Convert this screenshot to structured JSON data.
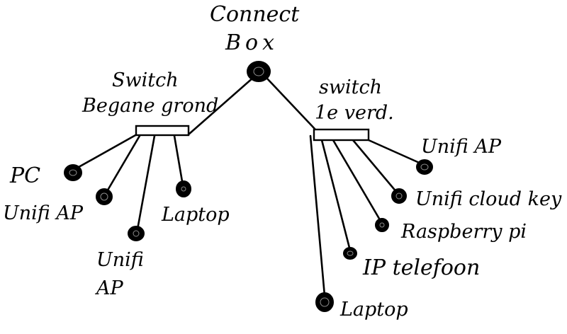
{
  "diagram": {
    "type": "network-topology",
    "style": "hand-drawn",
    "colors": {
      "ink": "#000000",
      "background": "#ffffff"
    },
    "root": {
      "id": "connectbox",
      "label_line1": "Connect",
      "label_line2": "Box",
      "shape": "filled-circle"
    },
    "switches": [
      {
        "id": "sw-bg",
        "label_line1": "Switch",
        "label_line2": "Begane grond",
        "shape": "rectangle",
        "parent": "connectbox"
      },
      {
        "id": "sw-1e",
        "label_line1": "switch",
        "label_line2": "1e verd.",
        "shape": "rectangle",
        "parent": "connectbox"
      }
    ],
    "devices": [
      {
        "id": "pc",
        "label": "PC",
        "parent": "sw-bg"
      },
      {
        "id": "unifi-ap-1",
        "label": "Unifi AP",
        "parent": "sw-bg"
      },
      {
        "id": "unifi-ap-2",
        "label_line1": "Unifi",
        "label_line2": "AP",
        "parent": "sw-bg"
      },
      {
        "id": "laptop-1",
        "label": "Laptop",
        "parent": "sw-bg"
      },
      {
        "id": "unifi-ap-3",
        "label": "Unifi AP",
        "parent": "sw-1e"
      },
      {
        "id": "unifi-cloud-key",
        "label": "Unifi cloud key",
        "parent": "sw-1e"
      },
      {
        "id": "raspberry-pi",
        "label": "Raspberry pi",
        "parent": "sw-1e"
      },
      {
        "id": "ip-telefoon",
        "label": "IP telefoon",
        "parent": "sw-1e"
      },
      {
        "id": "laptop-2",
        "label": "Laptop",
        "parent": "sw-1e"
      }
    ]
  }
}
